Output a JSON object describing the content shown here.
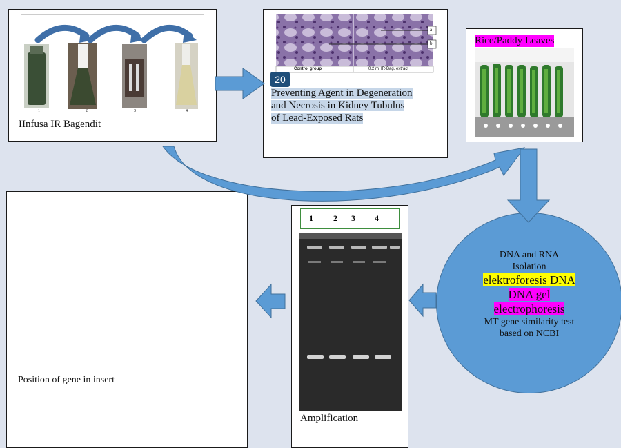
{
  "process_photos": {
    "caption": "IInfusa IR Bagendit",
    "step_numbers": [
      "1",
      "2",
      "3",
      "4"
    ]
  },
  "histology": {
    "badge": "20",
    "title_lines": [
      "Preventing Agent in Degeneration",
      "and Necrosis in Kidney Tubulus",
      "of Lead-Exposed Rats"
    ],
    "panel_left_label": "Control group",
    "panel_right_label": "0,2 ml IR-Bag. extract",
    "marker_a": "a",
    "marker_b": "b"
  },
  "leaves": {
    "title": "Rice/Paddy Leaves"
  },
  "isolation": {
    "line1": "DNA and RNA",
    "line2": "Isolation",
    "line3": "elektroforesis DNA",
    "line4": "DNA gel",
    "line5": "electrophoresis",
    "line6": "MT gene similarity test",
    "line7": "based on NCBI"
  },
  "gel": {
    "lanes": [
      "1",
      "2",
      "3",
      "4"
    ],
    "caption": "Amplification"
  },
  "insert": {
    "caption": "Position of gene in insert"
  },
  "colors": {
    "arrow_fill": "#5b9bd5",
    "arrow_stroke": "#41719c",
    "circle_fill": "#5b9bd5",
    "highlight_pink": "#ff00ff",
    "highlight_yellow": "#ffff00",
    "background": "#dde3ee"
  }
}
